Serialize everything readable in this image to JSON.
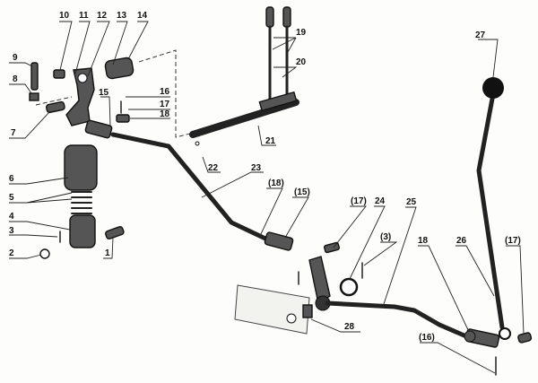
{
  "labels": {
    "l10": "10",
    "l11": "11",
    "l12": "12",
    "l13": "13",
    "l14": "14",
    "l9": "9",
    "l8": "8",
    "l7": "7",
    "l15": "15",
    "l16": "16",
    "l17": "17",
    "l18": "18",
    "l19": "19",
    "l20": "20",
    "l21": "21",
    "l22": "22",
    "l23": "23",
    "l6": "6",
    "l5": "5",
    "l4": "4",
    "l3": "3",
    "l2": "2",
    "l1": "1",
    "p18": "(18)",
    "p15": "(15)",
    "p17a": "(17)",
    "l24": "24",
    "l25": "25",
    "p3": "(3)",
    "l18b": "18",
    "l26": "26",
    "p17b": "(17)",
    "l27": "27",
    "l28": "28",
    "p16": "(16)"
  }
}
